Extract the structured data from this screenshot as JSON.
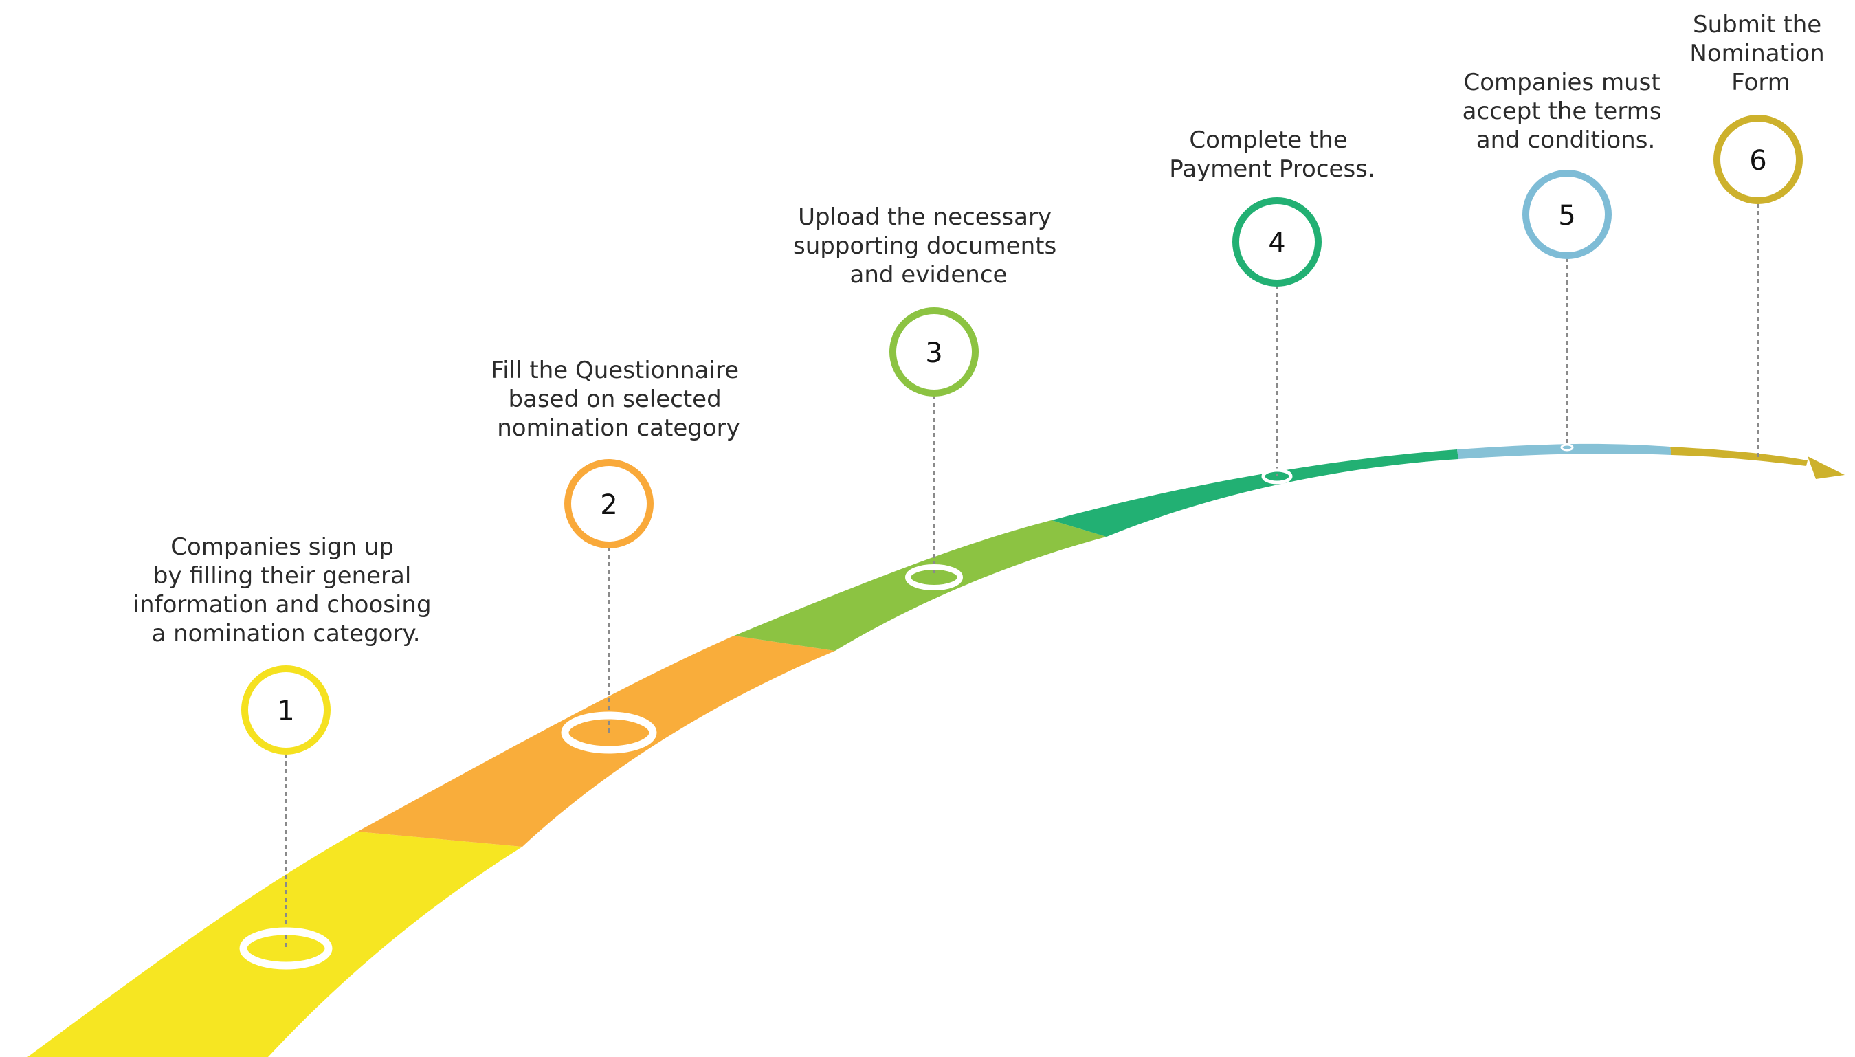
{
  "steps": [
    {
      "number": "1",
      "lines": [
        "Companies sign up",
        "by filling their general",
        "information and choosing",
        "a nomination category."
      ],
      "color": "#F5E11F"
    },
    {
      "number": "2",
      "lines": [
        "Fill the Questionnaire",
        "based on selected",
        "nomination category"
      ],
      "color": "#F9A93A"
    },
    {
      "number": "3",
      "lines": [
        "Upload the necessary",
        "supporting documents",
        "and evidence"
      ],
      "color": "#8CC342"
    },
    {
      "number": "4",
      "lines": [
        "Complete the",
        "Payment Process."
      ],
      "color": "#22B073"
    },
    {
      "number": "5",
      "lines": [
        "Companies must",
        "accept the terms",
        "and conditions."
      ],
      "color": "#7EBCD6"
    },
    {
      "number": "6",
      "lines": [
        "Submit the",
        "Nomination",
        "Form"
      ],
      "color": "#CDB12C"
    }
  ],
  "colors": {
    "text": "#2b2b2b",
    "connector": "#8a8a8a",
    "background": "#ffffff"
  }
}
